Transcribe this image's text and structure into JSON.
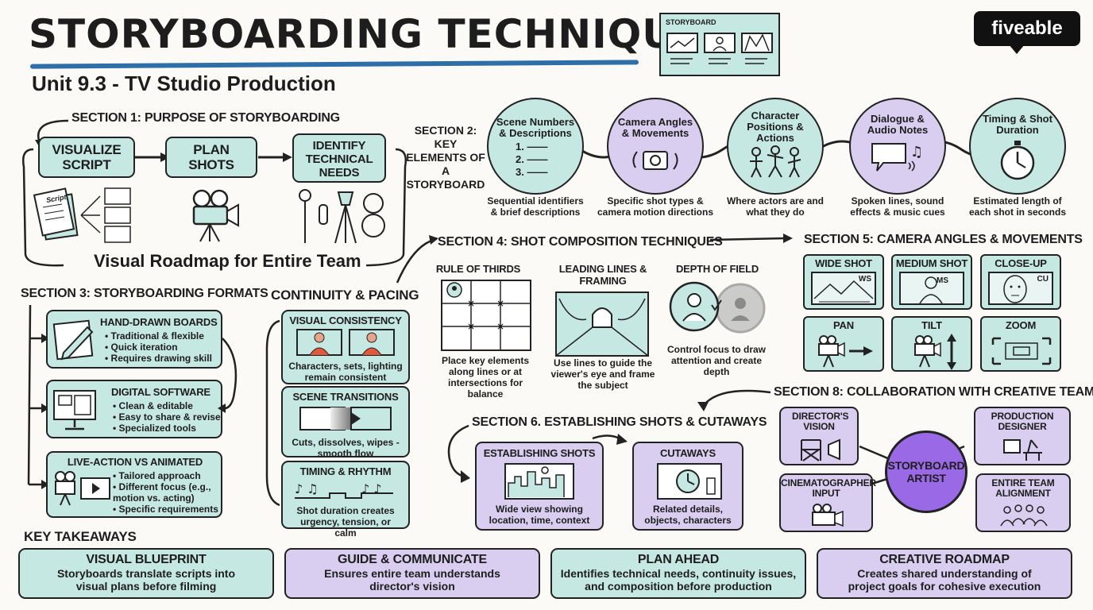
{
  "header": {
    "title": "STORYBOARDING TECHNIQUES",
    "subtitle": "Unit 9.3 - TV Studio Production",
    "logo": "fiveable",
    "storyboard_label": "STORYBOARD"
  },
  "colors": {
    "teal": "#c6e8e3",
    "lavender": "#d9cdf0",
    "purple": "#9a6ae6",
    "ink": "#222222",
    "underline": "#2f6fa8"
  },
  "section1": {
    "title": "SECTION 1: PURPOSE OF STORYBOARDING",
    "steps": [
      "VISUALIZE SCRIPT",
      "PLAN SHOTS",
      "IDENTIFY TECHNICAL NEEDS"
    ],
    "script_label": "Script",
    "footer": "Visual Roadmap for Entire Team",
    "icons": [
      "script-pages-icon",
      "film-camera-icon",
      "production-equipment-icon"
    ]
  },
  "section2": {
    "title": "SECTION 2: KEY ELEMENTS OF A STORYBOARD",
    "items": [
      {
        "label": "Scene Numbers & Descriptions",
        "numbers": [
          "1.",
          "2.",
          "3."
        ],
        "caption": "Sequential identifiers & brief descriptions",
        "icon": "numbered-list-icon"
      },
      {
        "label": "Camera Angles & Movements",
        "caption": "Specific shot types & camera motion directions",
        "icon": "rotating-camera-icon"
      },
      {
        "label": "Character Positions & Actions",
        "caption": "Where actors are and what they do",
        "icon": "actors-icon"
      },
      {
        "label": "Dialogue & Audio Notes",
        "caption": "Spoken lines, sound effects & music cues",
        "icon": "speech-bubble-icon"
      },
      {
        "label": "Timing & Shot Duration",
        "caption": "Estimated length of each shot in seconds",
        "icon": "stopwatch-icon"
      }
    ]
  },
  "section3": {
    "title": "SECTION 3: STORYBOARDING FORMATS",
    "formats": [
      {
        "title": "HAND-DRAWN BOARDS",
        "bullets": [
          "Traditional & flexible",
          "Quick iteration",
          "Requires drawing skill"
        ],
        "icon": "pencil-board-icon"
      },
      {
        "title": "DIGITAL SOFTWARE",
        "bullets": [
          "Clean & editable",
          "Easy to share & revise",
          "Specialized tools"
        ],
        "icon": "monitor-icon"
      },
      {
        "title": "LIVE-ACTION vs ANIMATED",
        "bullets": [
          "Tailored approach",
          "Different focus (e.g., motion vs. acting)",
          "Specific requirements"
        ],
        "icon": "camera-film-icon"
      }
    ]
  },
  "continuity": {
    "title": "CONTINUITY & PACING",
    "items": [
      {
        "title": "VISUAL CONSISTENCY",
        "caption": "Characters, sets, lighting remain consistent"
      },
      {
        "title": "SCENE TRANSITIONS",
        "caption": "Cuts, dissolves, wipes - smooth flow"
      },
      {
        "title": "TIMING & RHYTHM",
        "caption": "Shot duration creates urgency, tension, or calm"
      }
    ]
  },
  "section4": {
    "title": "SECTION 4: SHOT COMPOSITION TECHNIQUES",
    "items": [
      {
        "title": "RULE OF THIRDS",
        "caption": "Place key elements along lines or at intersections for balance"
      },
      {
        "title": "LEADING LINES & FRAMING",
        "caption": "Use lines to guide the viewer's eye and frame the subject"
      },
      {
        "title": "DEPTH OF FIELD",
        "caption": "Control focus to draw attention and create depth"
      }
    ]
  },
  "section5": {
    "title": "SECTION 5: CAMERA ANGLES & MOVEMENTS",
    "shots": [
      {
        "title": "WIDE SHOT",
        "tag": "WS"
      },
      {
        "title": "MEDIUM SHOT",
        "tag": "MS"
      },
      {
        "title": "CLOSE-UP",
        "tag": "CU"
      },
      {
        "title": "PAN",
        "tag": ""
      },
      {
        "title": "TILT",
        "tag": ""
      },
      {
        "title": "ZOOM",
        "tag": ""
      }
    ]
  },
  "section6": {
    "title": "SECTION 6. ESTABLISHING SHOTS & CUTAWAYS",
    "items": [
      {
        "title": "ESTABLISHING SHOTS",
        "caption": "Wide view showing location, time, context"
      },
      {
        "title": "CUTAWAYS",
        "caption": "Related details, objects, characters"
      }
    ]
  },
  "section8": {
    "title": "SECTION 8: COLLABORATION WITH CREATIVE TEAM",
    "center": "STORYBOARD ARTIST",
    "roles": [
      "DIRECTOR'S VISION",
      "PRODUCTION DESIGNER",
      "CINEMATOGRAPHER INPUT",
      "ENTIRE TEAM ALIGNMENT"
    ]
  },
  "takeaways": {
    "title": "KEY TAKEAWAYS",
    "items": [
      {
        "title": "VISUAL BLUEPRINT",
        "text": "Storyboards translate scripts into visual plans before filming"
      },
      {
        "title": "GUIDE & COMMUNICATE",
        "text": "Ensures entire team understands director's vision"
      },
      {
        "title": "PLAN AHEAD",
        "text": "Identifies technical needs, continuity issues, and composition before production"
      },
      {
        "title": "CREATIVE ROADMAP",
        "text": "Creates shared understanding of project goals for cohesive execution"
      }
    ]
  }
}
